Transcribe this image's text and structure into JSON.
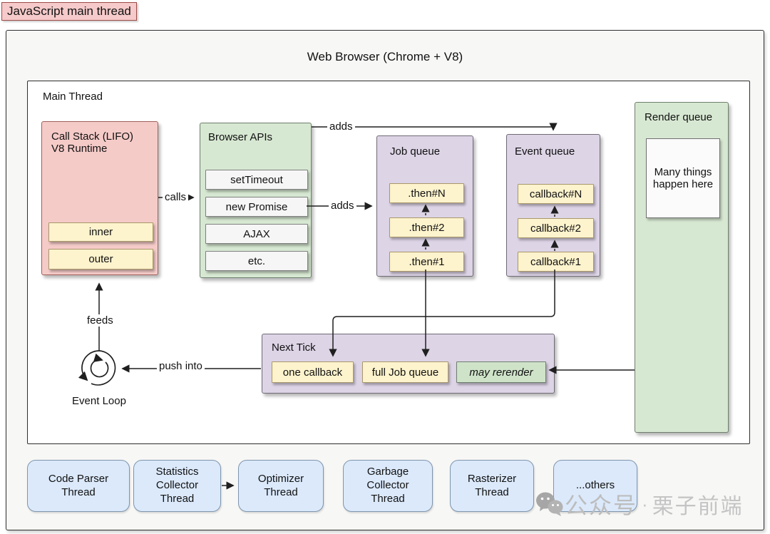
{
  "page": {
    "badge": "JavaScript main thread",
    "browser_title": "Web Browser (Chrome + V8)",
    "main_thread_label": "Main Thread"
  },
  "call_stack": {
    "title": "Call Stack (LIFO)\nV8 Runtime",
    "items": [
      "inner",
      "outer"
    ]
  },
  "browser_apis": {
    "title": "Browser APIs",
    "items": [
      "setTimeout",
      "new Promise",
      "AJAX",
      "etc."
    ]
  },
  "job_queue": {
    "title": "Job queue",
    "items": [
      ".then#N",
      ".then#2",
      ".then#1"
    ]
  },
  "event_queue": {
    "title": "Event queue",
    "items": [
      "callback#N",
      "callback#2",
      "callback#1"
    ]
  },
  "render_queue": {
    "title": "Render queue",
    "note": "Many things happen here"
  },
  "next_tick": {
    "title": "Next Tick",
    "items": [
      "one callback",
      "full Job queue",
      "may rerender"
    ]
  },
  "event_loop": {
    "label": "Event Loop"
  },
  "edge_labels": {
    "calls": "calls",
    "adds_top": "adds",
    "adds_mid": "adds",
    "feeds": "feeds",
    "push_into": "push into"
  },
  "threads": [
    "Code Parser Thread",
    "Statistics Collector Thread",
    "Optimizer Thread",
    "Garbage Collector Thread",
    "Rasterizer Thread",
    "...others"
  ],
  "watermark": {
    "prefix": "公众号",
    "separator": "·",
    "name": "栗子前端"
  },
  "colors": {
    "pink": "#f5cbc8",
    "green": "#d7e8d2",
    "purple": "#ddd4e6",
    "yellow": "#fdf3cd",
    "blue": "#dbe9fb",
    "item_gray": "#f6f6f6",
    "badge_pink": "#f6caca"
  }
}
